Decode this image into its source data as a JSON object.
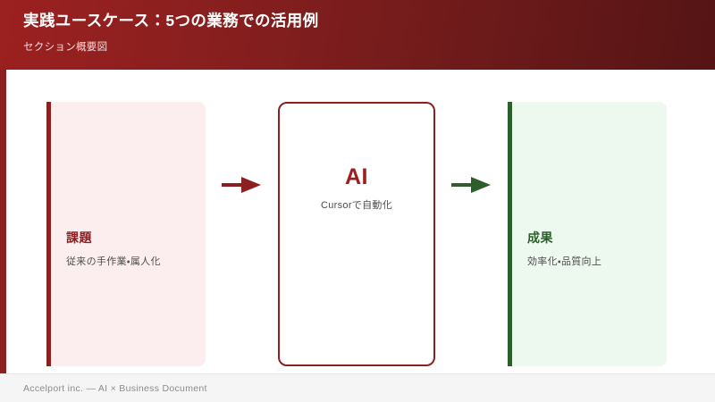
{
  "header": {
    "title": "実践ユースケース：5つの業務での活用例",
    "subtitle": "セクション概要図",
    "gradient_from": "#9c2020",
    "gradient_to": "#551414"
  },
  "accents": {
    "edge_bar_color": "#8c2020",
    "red": "#8c2020",
    "green": "#2d5f2d"
  },
  "diagram": {
    "type": "flow",
    "stages": [
      {
        "id": "problem",
        "title": "課題",
        "subtitle": "従来の手作業・属人化",
        "accent_color": "#8c2020",
        "fill_color": "#fceeee",
        "title_color": "#8c2020"
      },
      {
        "id": "ai",
        "title": "AI",
        "subtitle": "Cursorで自動化",
        "accent_color": "#8c2020",
        "fill_color": "#ffffff",
        "title_color": "#9c2020"
      },
      {
        "id": "result",
        "title": "成果",
        "subtitle": "効率化・品質向上",
        "accent_color": "#2d5f2d",
        "fill_color": "#edf9ef",
        "title_color": "#2d5f2d"
      }
    ],
    "connectors": [
      {
        "id": "problem-to-ai",
        "icon": "arrow-right-icon",
        "color": "#8c2020"
      },
      {
        "id": "ai-to-result",
        "icon": "arrow-right-icon",
        "color": "#2d5f2d"
      }
    ]
  },
  "footer": {
    "text": "Accelport inc. — AI × Business Document"
  }
}
